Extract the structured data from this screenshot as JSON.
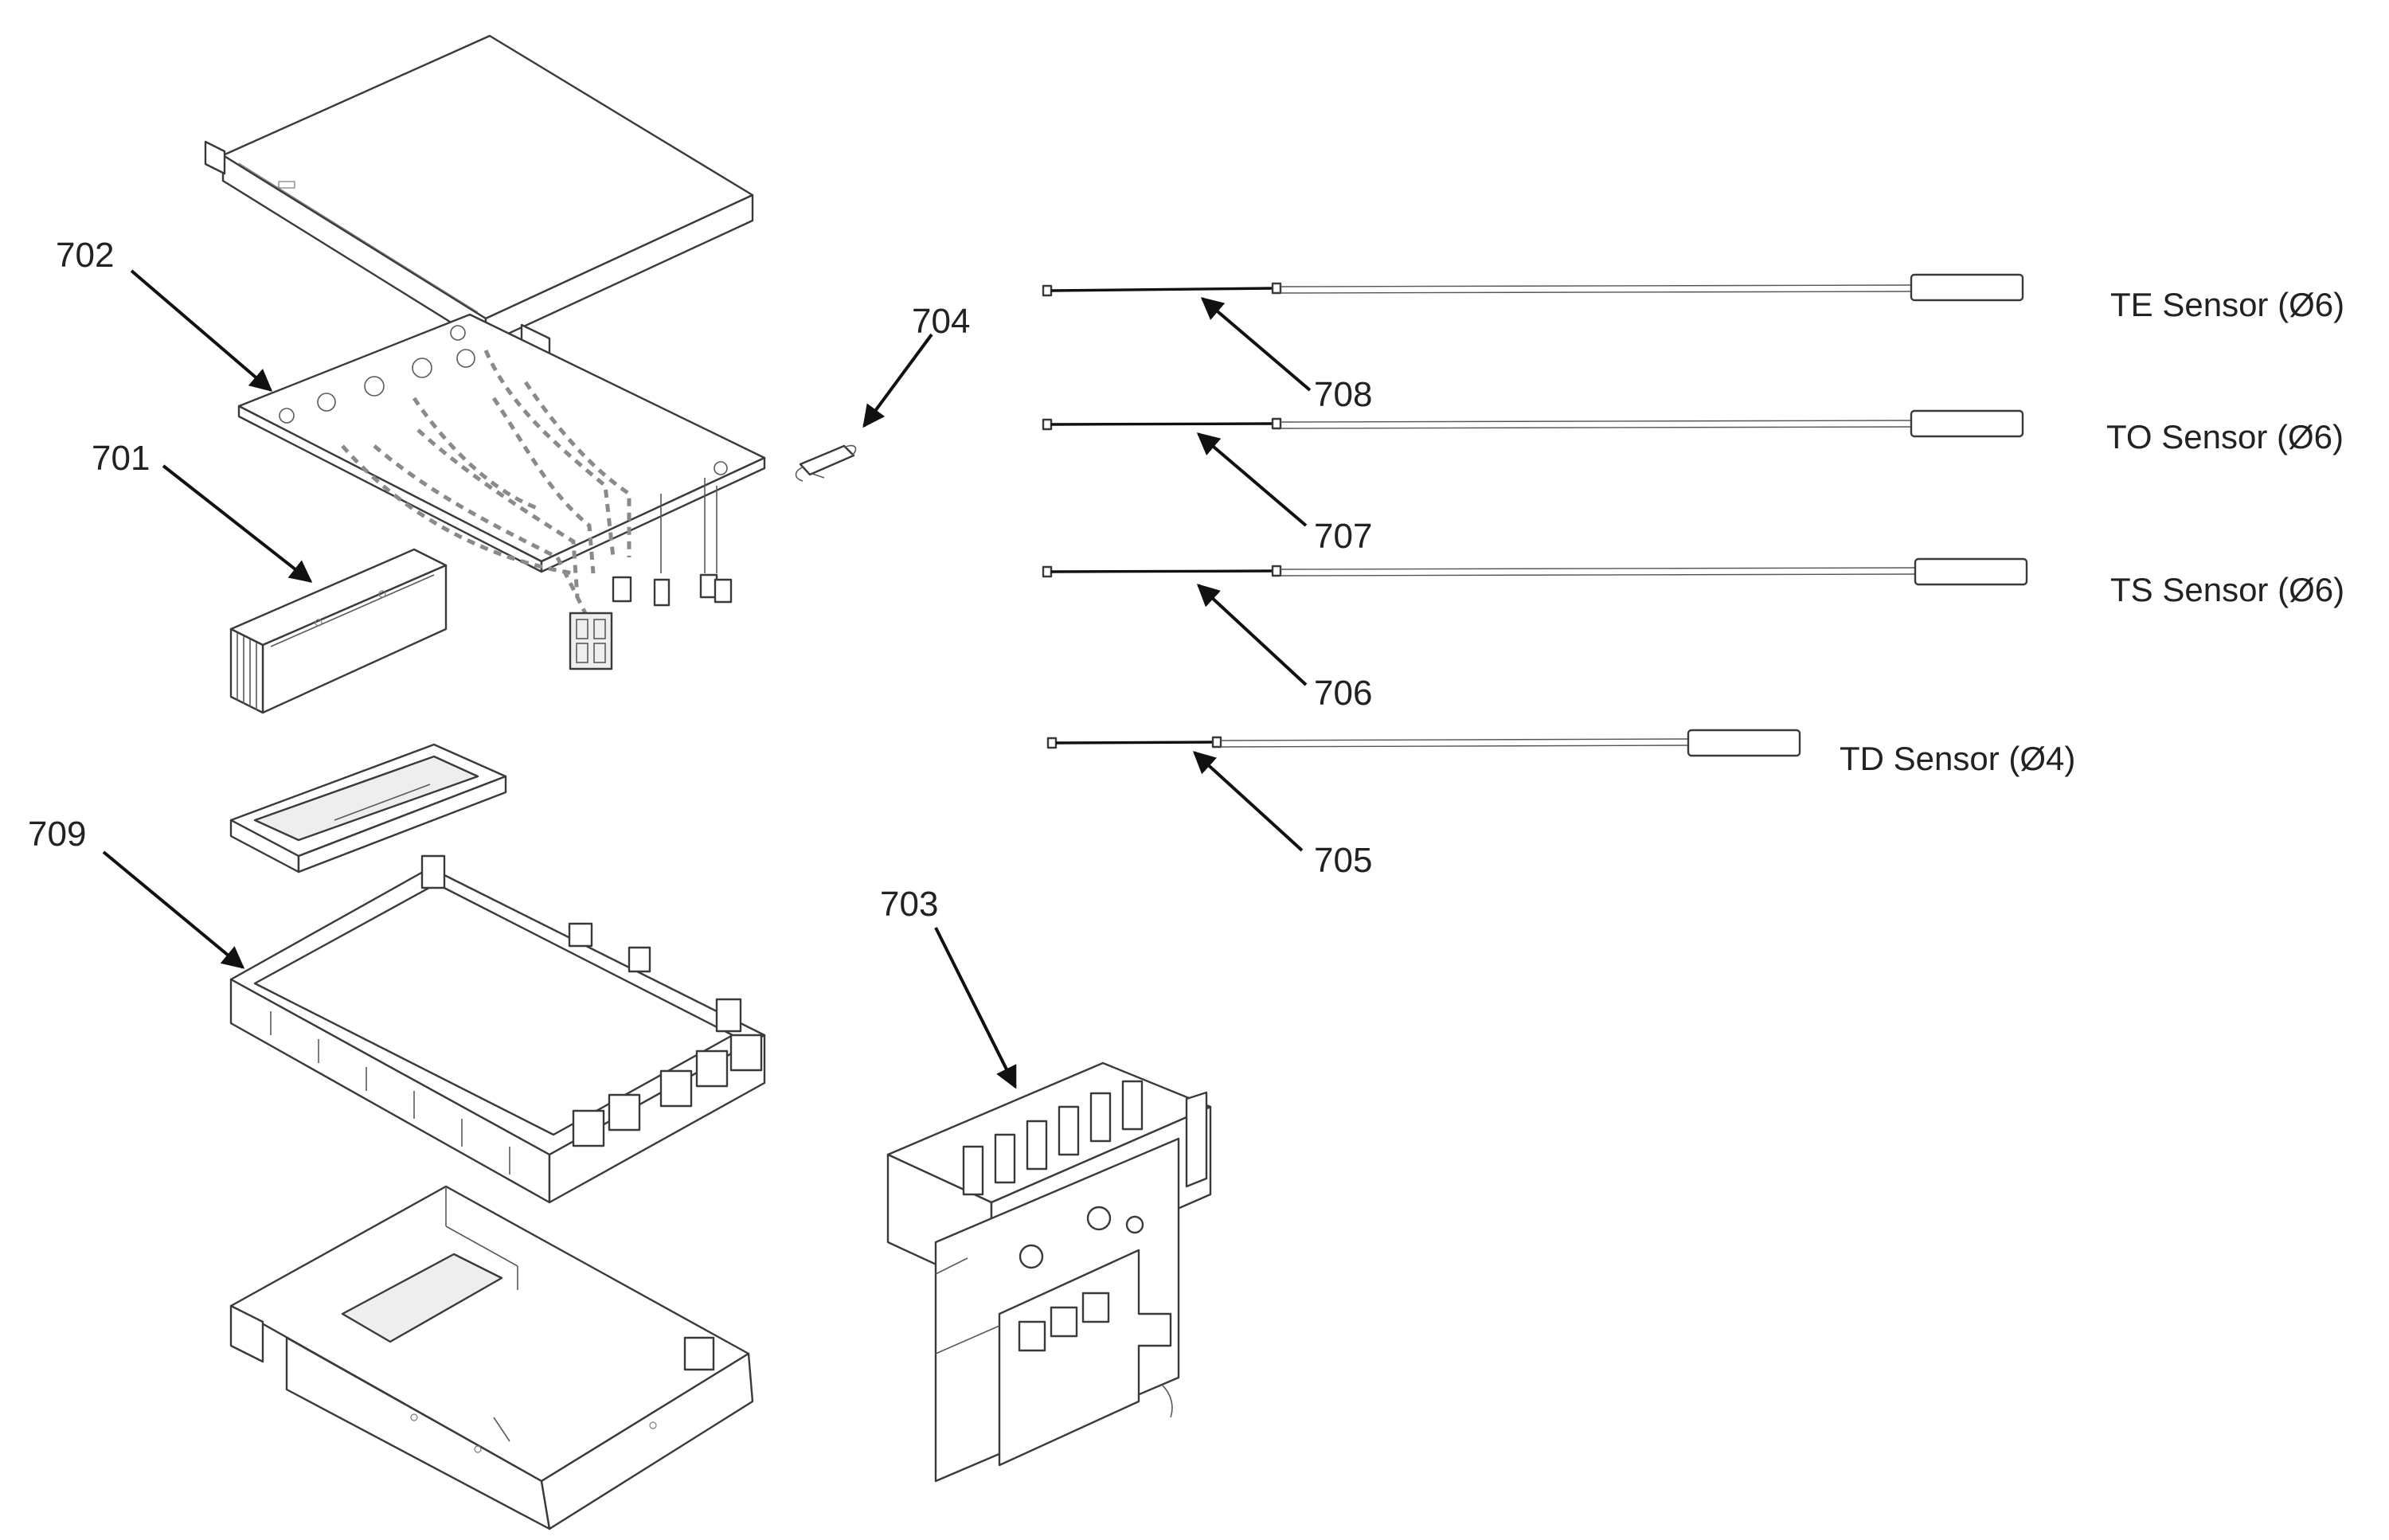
{
  "callouts": {
    "c701": "701",
    "c702": "702",
    "c703": "703",
    "c704": "704",
    "c705": "705",
    "c706": "706",
    "c707": "707",
    "c708": "708",
    "c709": "709"
  },
  "sensors": {
    "te": "TE Sensor (Ø6)",
    "to": "TO Sensor (Ø6)",
    "ts": "TS Sensor (Ø6)",
    "td": "TD Sensor (Ø4)"
  },
  "colors": {
    "line": "#3a3a3a",
    "arrow": "#111111",
    "text": "#222222"
  }
}
